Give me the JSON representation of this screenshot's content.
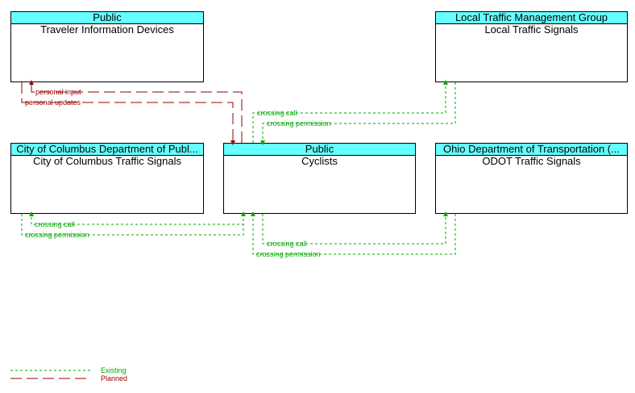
{
  "nodes": {
    "traveler_info": {
      "header": "Public",
      "name": "Traveler Information Devices"
    },
    "local_signals": {
      "header": "Local Traffic Management Group",
      "name": "Local Traffic Signals"
    },
    "columbus_signals": {
      "header": "City of Columbus Department of Publ...",
      "name": "City of Columbus Traffic Signals"
    },
    "cyclists": {
      "header": "Public",
      "name": "Cyclists"
    },
    "odot_signals": {
      "header": "Ohio Department of Transportation (...",
      "name": "ODOT Traffic Signals"
    }
  },
  "flows": {
    "personal_input": "personal input",
    "personal_updates": "personal updates",
    "local_crossing_call": "crossing call",
    "local_crossing_permission": "crossing permission",
    "columbus_crossing_call": "crossing call",
    "columbus_crossing_permission": "crossing permission",
    "odot_crossing_call": "crossing call",
    "odot_crossing_permission": "crossing permission"
  },
  "legend": {
    "existing": "Existing",
    "planned": "Planned"
  },
  "colors": {
    "existing": "#00aa00",
    "planned": "#990000",
    "header": "#66ffff"
  }
}
